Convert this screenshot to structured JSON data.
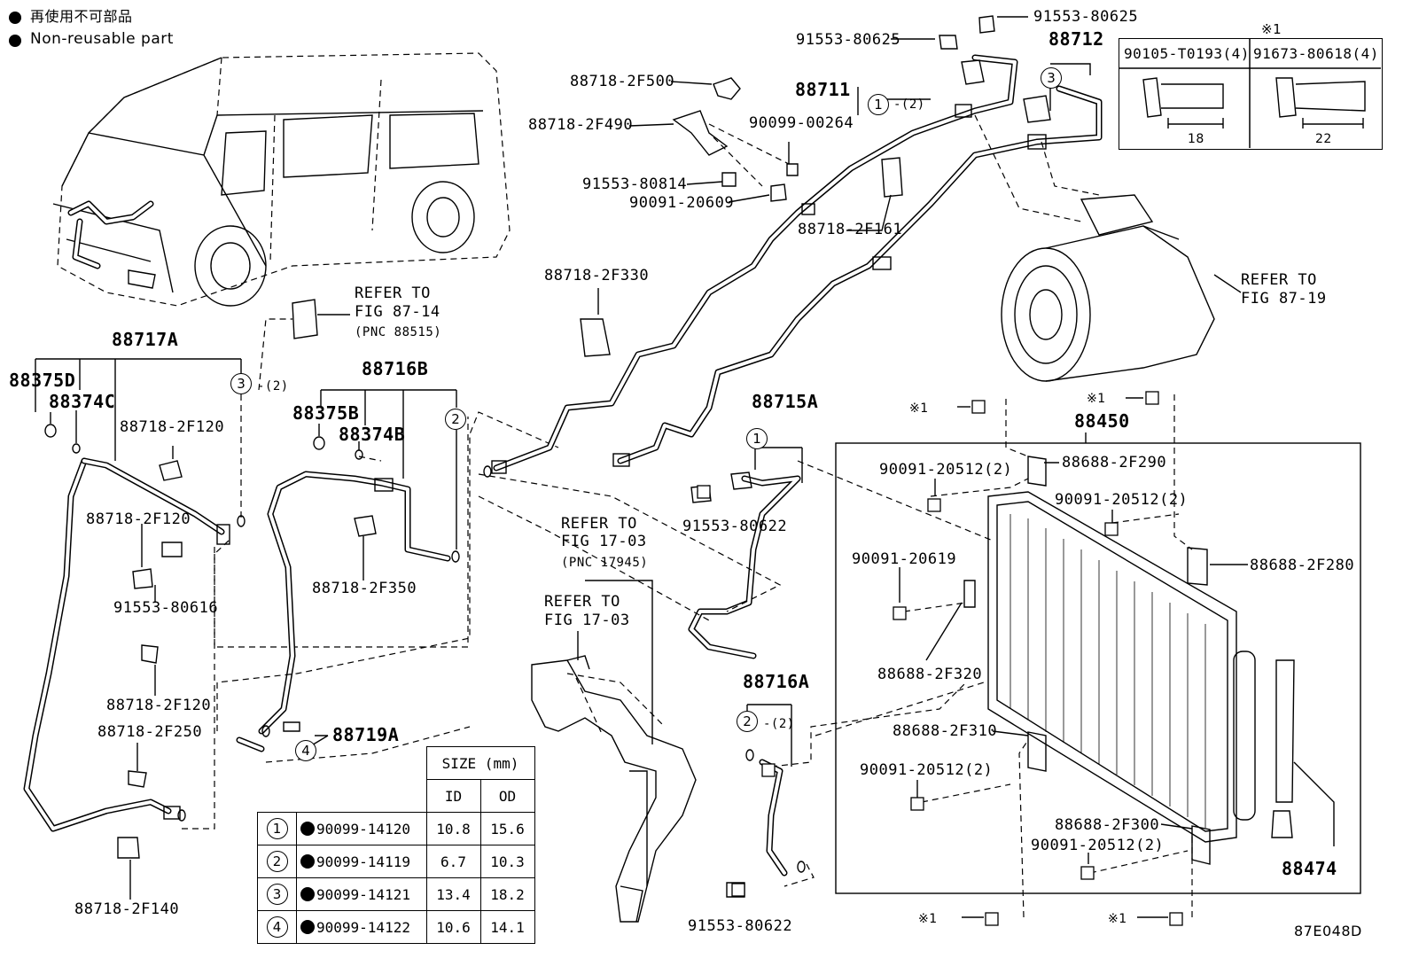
{
  "legend": {
    "jp": "再使用不可部品",
    "en": "Non-reusable part"
  },
  "footer_code": "87E048D",
  "inset": {
    "mark": "※1",
    "left_part": "90105-T0193(4)",
    "right_part": "91673-80618(4)",
    "left_dim": "18",
    "right_dim": "22"
  },
  "labels": {
    "p88717A": "88717A",
    "p88375D": "88375D",
    "p88374C": "88374C",
    "p88718_2F120_a": "88718-2F120",
    "p88718_2F120_b": "88718-2F120",
    "p88718_2F120_c": "88718-2F120",
    "p91553_80616": "91553-80616",
    "p88718_2F250": "88718-2F250",
    "p88718_2F140": "88718-2F140",
    "p88716B": "88716B",
    "p88375B": "88375B",
    "p88374B": "88374B",
    "p88718_2F350": "88718-2F350",
    "p88719A": "88719A",
    "refer_8714_a": "REFER TO",
    "refer_8714_b": "FIG 87-14",
    "refer_8714_c": "(PNC 88515)",
    "p88718_2F500": "88718-2F500",
    "p88718_2F490": "88718-2F490",
    "p91553_80814": "91553-80814",
    "p90091_20609": "90091-20609",
    "p90099_00264": "90099-00264",
    "p91553_80625_a": "91553-80625",
    "p91553_80625_b": "91553-80625",
    "p88711": "88711",
    "p88711_qty": "-(2)",
    "p88712": "88712",
    "p88718_2F161": "88718-2F161",
    "p88718_2F330": "88718-2F330",
    "refer_8719_a": "REFER TO",
    "refer_8719_b": "FIG 87-19",
    "p88715A": "88715A",
    "p91553_80622_a": "91553-80622",
    "p91553_80622_b": "91553-80622",
    "refer_1703a_a": "REFER TO",
    "refer_1703a_b": "FIG 17-03",
    "refer_1703a_c": "(PNC 17945)",
    "refer_1703b_a": "REFER TO",
    "refer_1703b_b": "FIG 17-03",
    "p88716A": "88716A",
    "p88716A_qty": "-(2)",
    "o3_qty": "-(2)",
    "p88450": "88450",
    "mark1_a": "※1",
    "mark1_b": "※1",
    "mark1_c": "※1",
    "mark1_d": "※1",
    "p90091_20512_a": "90091-20512(2)",
    "p90091_20512_b": "90091-20512(2)",
    "p90091_20512_c": "90091-20512(2)",
    "p90091_20512_d": "90091-20512(2)",
    "p88688_2F290": "88688-2F290",
    "p88688_2F280": "88688-2F280",
    "p90091_20619": "90091-20619",
    "p88688_2F320": "88688-2F320",
    "p88688_2F310": "88688-2F310",
    "p88688_2F300": "88688-2F300",
    "p88474": "88474"
  },
  "size_table": {
    "header": "SIZE (mm)",
    "col_id": "ID",
    "col_od": "OD",
    "rows": [
      {
        "num": "1",
        "part": "90099-14120",
        "id": "10.8",
        "od": "15.6"
      },
      {
        "num": "2",
        "part": "90099-14119",
        "id": "6.7",
        "od": "10.3"
      },
      {
        "num": "3",
        "part": "90099-14121",
        "id": "13.4",
        "od": "18.2"
      },
      {
        "num": "4",
        "part": "90099-14122",
        "id": "10.6",
        "od": "14.1"
      }
    ]
  },
  "circles": {
    "c1": "1",
    "c2": "2",
    "c3": "3",
    "c4": "4"
  }
}
